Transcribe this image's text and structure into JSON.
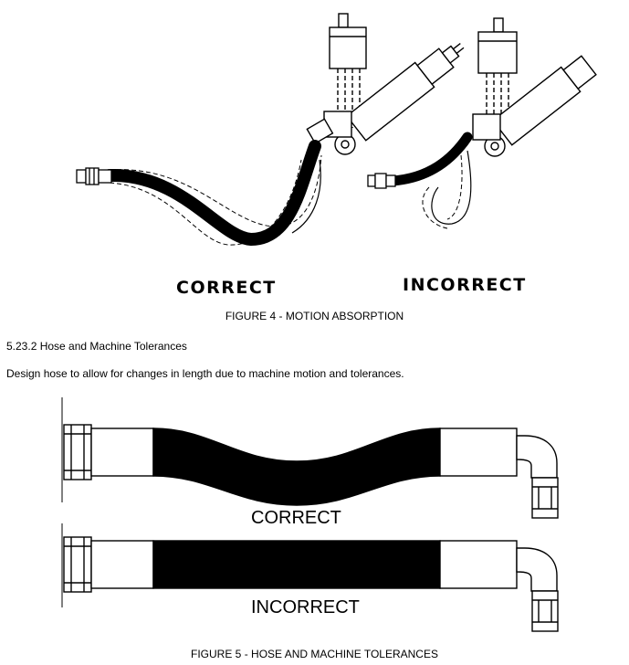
{
  "figure4": {
    "correct_label": "CORRECT",
    "incorrect_label": "INCORRECT",
    "caption": "FIGURE 4 - MOTION ABSORPTION"
  },
  "section": {
    "heading": "5.23.2  Hose and Machine Tolerances",
    "paragraph": "Design hose to allow for changes in length due to machine motion and tolerances."
  },
  "figure5": {
    "correct_label": "CORRECT",
    "incorrect_label": "INCORRECT",
    "caption": "FIGURE 5 - HOSE AND MACHINE TOLERANCES"
  },
  "colors": {
    "ink": "#000000",
    "paper": "#ffffff"
  }
}
